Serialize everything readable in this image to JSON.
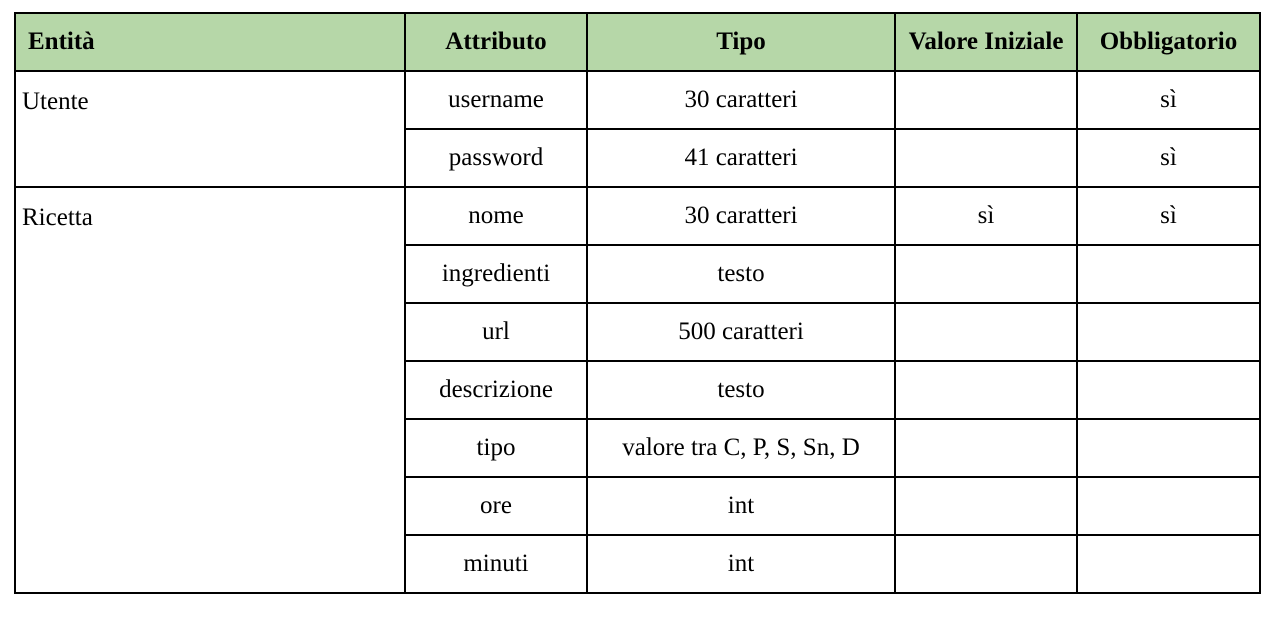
{
  "table": {
    "headers": [
      "Entità",
      "Attributo",
      "Tipo",
      "Valore Iniziale",
      "Obbligatorio"
    ],
    "entities": [
      {
        "name": "Utente",
        "attributes": [
          {
            "attributo": "username",
            "tipo": "30 caratteri",
            "valore_iniziale": "",
            "obbligatorio": "sì"
          },
          {
            "attributo": "password",
            "tipo": "41 caratteri",
            "valore_iniziale": "",
            "obbligatorio": "sì"
          }
        ]
      },
      {
        "name": "Ricetta",
        "attributes": [
          {
            "attributo": "nome",
            "tipo": "30 caratteri",
            "valore_iniziale": "sì",
            "obbligatorio": "sì"
          },
          {
            "attributo": "ingredienti",
            "tipo": "testo",
            "valore_iniziale": "",
            "obbligatorio": ""
          },
          {
            "attributo": "url",
            "tipo": "500 caratteri",
            "valore_iniziale": "",
            "obbligatorio": ""
          },
          {
            "attributo": "descrizione",
            "tipo": "testo",
            "valore_iniziale": "",
            "obbligatorio": ""
          },
          {
            "attributo": "tipo",
            "tipo": "valore tra C, P, S, Sn, D",
            "valore_iniziale": "",
            "obbligatorio": ""
          },
          {
            "attributo": "ore",
            "tipo": "int",
            "valore_iniziale": "",
            "obbligatorio": ""
          },
          {
            "attributo": "minuti",
            "tipo": "int",
            "valore_iniziale": "",
            "obbligatorio": ""
          }
        ]
      }
    ],
    "colors": {
      "header_background": "#b6d7a8",
      "border": "#000000"
    }
  }
}
